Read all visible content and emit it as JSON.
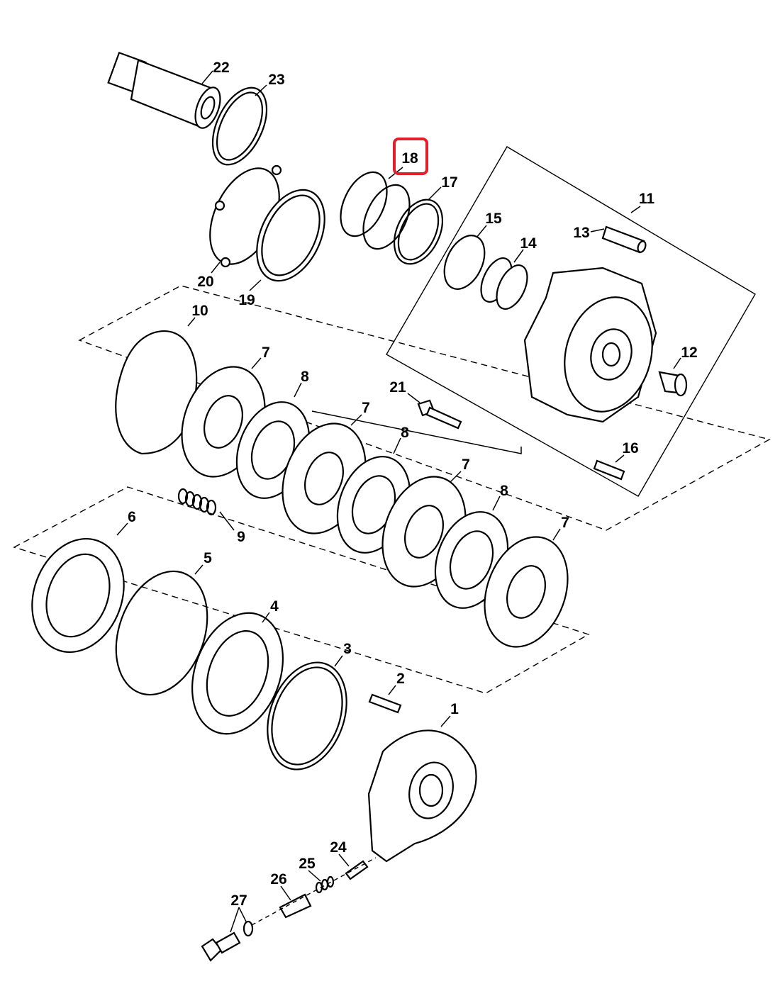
{
  "diagram": {
    "type": "exploded-parts-view",
    "highlight_color": "#e0202a",
    "highlighted_part": "18",
    "callouts": {
      "c1": "1",
      "c2": "2",
      "c3": "3",
      "c4": "4",
      "c5": "5",
      "c6": "6",
      "c7a": "7",
      "c7b": "7",
      "c7c": "7",
      "c7d": "7",
      "c8a": "8",
      "c8b": "8",
      "c8c": "8",
      "c9": "9",
      "c10": "10",
      "c11": "11",
      "c12": "12",
      "c13": "13",
      "c14": "14",
      "c15": "15",
      "c16": "16",
      "c17": "17",
      "c18": "18",
      "c19": "19",
      "c20": "20",
      "c21": "21",
      "c22": "22",
      "c23": "23",
      "c24": "24",
      "c25": "25",
      "c26": "26",
      "c27": "27"
    }
  }
}
